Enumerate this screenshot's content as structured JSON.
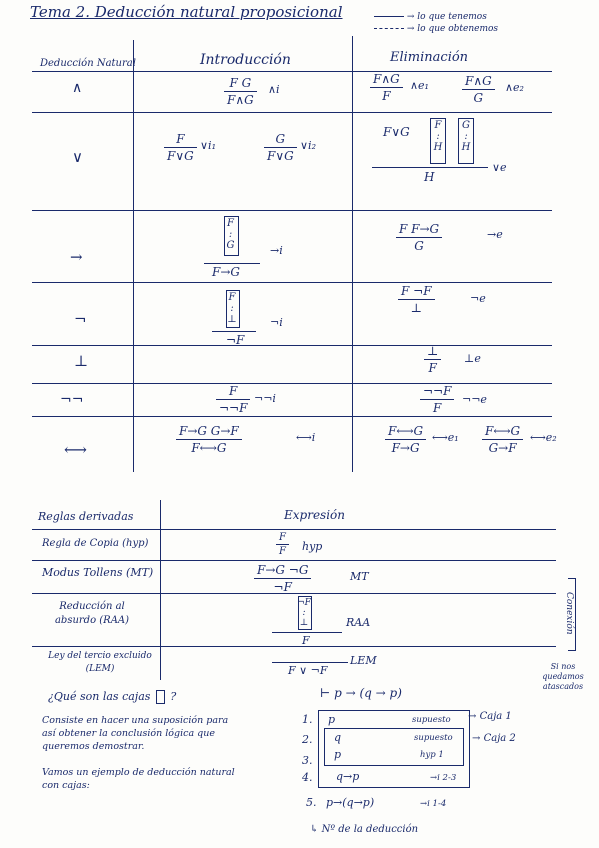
{
  "title": "Tema 2. Deducción natural proposicional",
  "legend": {
    "line1": "lo que tenemos",
    "line2": "lo que obtenemos"
  },
  "table1": {
    "headers": [
      "Deducción Natural",
      "Introducción",
      "Eliminación"
    ],
    "rows": [
      {
        "op": "∧",
        "intro": [
          {
            "num": "F   G",
            "den": "F∧G",
            "rule": "∧i"
          }
        ],
        "elim": [
          {
            "num": "F∧G",
            "den": "F",
            "rule": "∧e₁"
          },
          {
            "num": "F∧G",
            "den": "G",
            "rule": "∧e₂"
          }
        ]
      },
      {
        "op": "∨",
        "intro": [
          {
            "num": "F",
            "den": "F∨G",
            "rule": "∨i₁"
          },
          {
            "num": "G",
            "den": "F∨G",
            "rule": "∨i₂"
          }
        ],
        "elim_prem": "F∨G",
        "elim_box1": [
          "F",
          ":",
          "H"
        ],
        "elim_box2": [
          "G",
          ":",
          "H"
        ],
        "elim_den": "H",
        "elim_rule": "∨e"
      },
      {
        "op": "→",
        "intro_box": [
          "F",
          ":",
          "G"
        ],
        "intro_den": "F→G",
        "intro_rule": "→i",
        "elim": [
          {
            "num": "F   F→G",
            "den": "G",
            "rule": "→e"
          }
        ]
      },
      {
        "op": "¬",
        "intro_box": [
          "F",
          ":",
          "⊥"
        ],
        "intro_den": "¬F",
        "intro_rule": "¬i",
        "elim": [
          {
            "num": "F    ¬F",
            "den": "⊥",
            "rule": "¬e"
          }
        ]
      },
      {
        "op": "⊥",
        "elim": [
          {
            "num": "⊥",
            "den": "F",
            "rule": "⊥e"
          }
        ]
      },
      {
        "op": "¬¬",
        "intro": [
          {
            "num": "F",
            "den": "¬¬F",
            "rule": "¬¬i"
          }
        ],
        "elim": [
          {
            "num": "¬¬F",
            "den": "F",
            "rule": "¬¬e"
          }
        ]
      },
      {
        "op": "⟷",
        "intro": [
          {
            "num": "F→G    G→F",
            "den": "F⟷G",
            "rule": "⟷i"
          }
        ],
        "elim": [
          {
            "num": "F⟷G",
            "den": "F→G",
            "rule": "⟷e₁"
          },
          {
            "num": "F⟷G",
            "den": "G→F",
            "rule": "⟷e₂"
          }
        ]
      }
    ]
  },
  "table2": {
    "headers": [
      "Reglas derivadas",
      "Expresión"
    ],
    "rows": [
      {
        "name": "Regla de Copia (hyp)",
        "num": "F",
        "den": "F",
        "rule": "hyp"
      },
      {
        "name": "Modus Tollens (MT)",
        "num": "F→G    ¬G",
        "den": "¬F",
        "rule": "MT"
      },
      {
        "name": "Reducción al absurdo (RAA)",
        "box": [
          "¬F",
          ":",
          "⊥"
        ],
        "den": "F",
        "rule": "RAA"
      },
      {
        "name": "Ley del tercio excluido (LEM)",
        "num": "",
        "den": "F ∨ ¬F",
        "rule": "LEM"
      }
    ],
    "side_label": "Conexión",
    "side_note": "Si nos quedamos atascados"
  },
  "cajas": {
    "question": "¿Qué son las cajas",
    "question_tail": "?",
    "desc": [
      "Consiste en hacer una suposición para",
      "así obtener la conclusión lógica que",
      "queremos demostrar."
    ],
    "example": [
      "Vamos un ejemplo de deducción natural",
      "con cajas:"
    ]
  },
  "example": {
    "goal": "⊢ p → (q → p)",
    "lines": [
      {
        "n": "1.",
        "f": "p",
        "r": "supuesto"
      },
      {
        "n": "2.",
        "f": "q",
        "r": "supuesto"
      },
      {
        "n": "3.",
        "f": "p",
        "r": "hyp 1"
      },
      {
        "n": "4.",
        "f": "q→p",
        "r": "→i 2-3"
      },
      {
        "n": "5.",
        "f": "p→(q→p)",
        "r": "→i 1-4"
      }
    ],
    "caja1": "Caja 1",
    "caja2": "Caja 2",
    "footer": "Nº de la deducción"
  }
}
